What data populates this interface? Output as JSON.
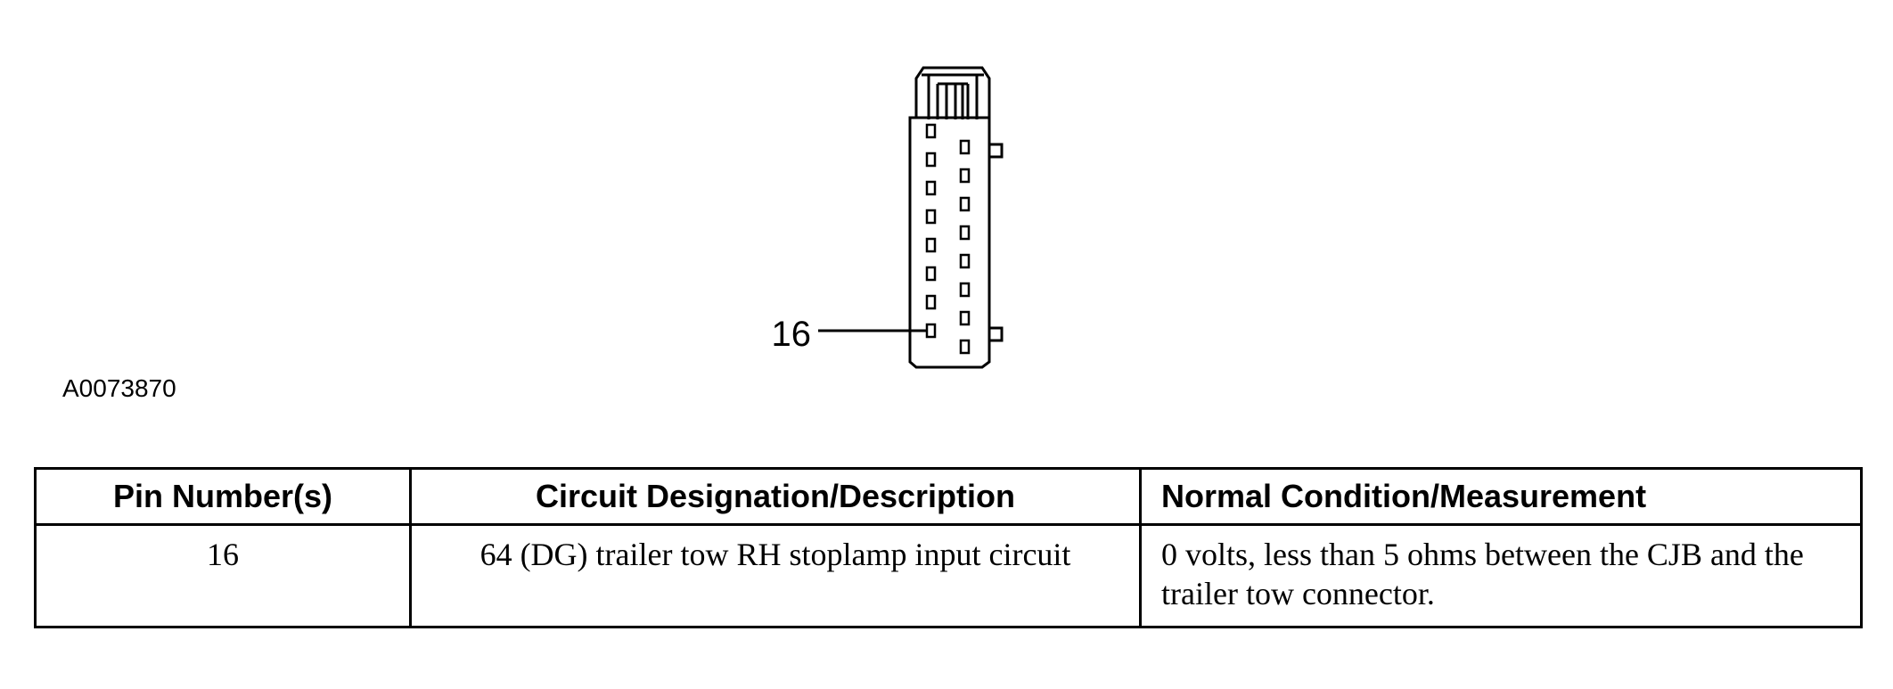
{
  "figure": {
    "id": "A0073870",
    "callout_pin": "16"
  },
  "table": {
    "headers": [
      "Pin Number(s)",
      "Circuit Designation/Description",
      "Normal Condition/Measurement"
    ],
    "rows": [
      {
        "pin": "16",
        "circuit": "64 (DG) trailer tow RH stoplamp input circuit",
        "condition": "0 volts, less than 5 ohms between the CJB and the trailer tow connector."
      }
    ]
  }
}
